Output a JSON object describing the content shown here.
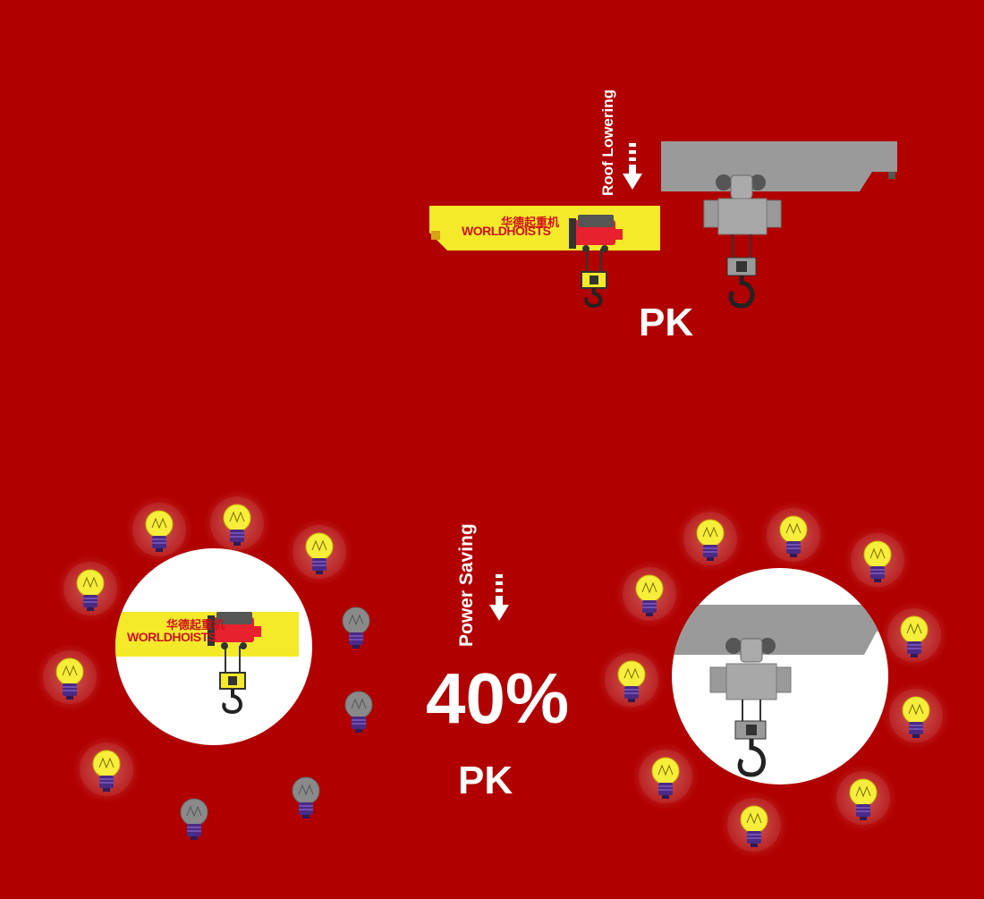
{
  "top": {
    "roof_label": "Roof Lowering",
    "pk_label": "PK"
  },
  "bottom": {
    "power_label": "Power Saving",
    "percent": "40%",
    "pk_label": "PK"
  },
  "brand": {
    "name": "WORLDHOISTS",
    "name_cn": "华德起重机"
  },
  "bulbs": {
    "left_lit": 6,
    "left_off": 4,
    "right_lit": 10
  },
  "colors": {
    "background": "#b10000",
    "crane_yellow": "#f4ea2a",
    "hoist_red": "#e8212e",
    "gray_beam": "#9a9a9a",
    "bulb_lit": "#f6ee3a",
    "bulb_off": "#8a8a8a",
    "bulb_base": "#4b2a86"
  }
}
